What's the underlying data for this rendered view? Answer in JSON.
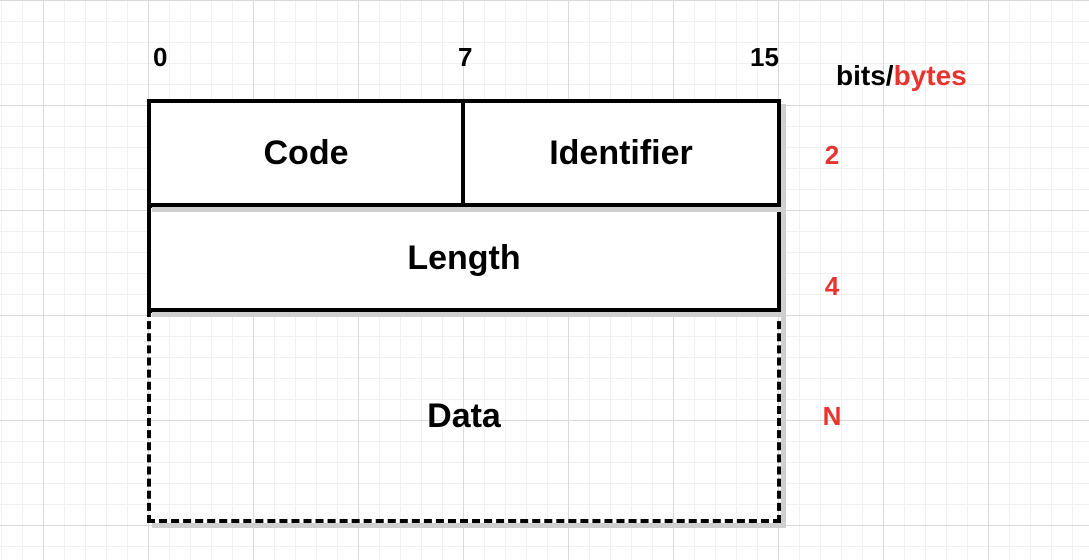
{
  "bit_markers": [
    "0",
    "7",
    "15"
  ],
  "units": {
    "bits": "bits",
    "separator": "/",
    "bytes": "bytes"
  },
  "fields": {
    "code": "Code",
    "identifier": "Identifier",
    "length": "Length",
    "data": "Data"
  },
  "byte_sizes": [
    "2",
    "4",
    "N"
  ],
  "colors": {
    "accent": "#e8332f",
    "border": "#000000",
    "grid_major": "#d9d9d9",
    "grid_minor": "#f1f1f1"
  }
}
